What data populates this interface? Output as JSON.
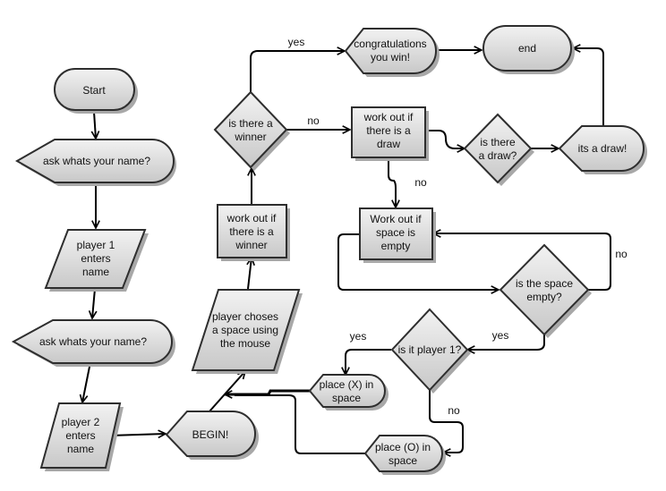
{
  "diagram": {
    "type": "flowchart",
    "colors": {
      "fill_top": "#f2f2f2",
      "fill_bottom": "#c8c8c8",
      "stroke": "#2e2e2e",
      "shadow": "#a8a8a8"
    },
    "nodes": {
      "start": {
        "shape": "terminator",
        "lines": [
          "Start"
        ]
      },
      "ask_name_1": {
        "shape": "display",
        "lines": [
          "ask whats your name?"
        ]
      },
      "p1_enters": {
        "shape": "input",
        "lines": [
          "player 1",
          "enters",
          "name"
        ]
      },
      "ask_name_2": {
        "shape": "display",
        "lines": [
          "ask whats your name?"
        ]
      },
      "p2_enters": {
        "shape": "input",
        "lines": [
          "player 2",
          "enters",
          "name"
        ]
      },
      "begin": {
        "shape": "display",
        "lines": [
          "BEGIN!"
        ]
      },
      "player_choses": {
        "shape": "input",
        "lines": [
          "player choses",
          "a space using",
          "the mouse"
        ]
      },
      "work_winner": {
        "shape": "process",
        "lines": [
          "work out if",
          "there is a",
          "winner"
        ]
      },
      "is_winner": {
        "shape": "decision",
        "lines": [
          "is there a",
          "winner"
        ]
      },
      "congrats": {
        "shape": "display",
        "lines": [
          "congratulations",
          "you win!"
        ]
      },
      "end": {
        "shape": "terminator",
        "lines": [
          "end"
        ]
      },
      "work_draw": {
        "shape": "process",
        "lines": [
          "work out if",
          "there is a",
          "draw"
        ]
      },
      "is_draw": {
        "shape": "decision",
        "lines": [
          "is there",
          "a draw?"
        ]
      },
      "its_draw": {
        "shape": "display",
        "lines": [
          "its a draw!"
        ]
      },
      "work_empty": {
        "shape": "process",
        "lines": [
          "Work out if",
          "space is",
          "empty"
        ]
      },
      "is_empty": {
        "shape": "decision",
        "lines": [
          "is the space",
          "empty?"
        ]
      },
      "is_p1": {
        "shape": "decision",
        "lines": [
          "is it player 1?"
        ]
      },
      "place_x": {
        "shape": "display",
        "lines": [
          "place (X) in",
          "space"
        ]
      },
      "place_o": {
        "shape": "display",
        "lines": [
          "place (O) in",
          "space"
        ]
      }
    },
    "edges": [
      {
        "from": "start",
        "to": "ask_name_1",
        "label": ""
      },
      {
        "from": "ask_name_1",
        "to": "p1_enters",
        "label": ""
      },
      {
        "from": "p1_enters",
        "to": "ask_name_2",
        "label": ""
      },
      {
        "from": "ask_name_2",
        "to": "p2_enters",
        "label": ""
      },
      {
        "from": "p2_enters",
        "to": "begin",
        "label": ""
      },
      {
        "from": "begin",
        "to": "player_choses",
        "label": ""
      },
      {
        "from": "player_choses",
        "to": "work_winner",
        "label": ""
      },
      {
        "from": "work_winner",
        "to": "is_winner",
        "label": ""
      },
      {
        "from": "is_winner",
        "to": "congrats",
        "label": "yes"
      },
      {
        "from": "is_winner",
        "to": "work_draw",
        "label": "no"
      },
      {
        "from": "congrats",
        "to": "end",
        "label": ""
      },
      {
        "from": "work_draw",
        "to": "is_draw",
        "label": ""
      },
      {
        "from": "is_draw",
        "to": "its_draw",
        "label": ""
      },
      {
        "from": "its_draw",
        "to": "end",
        "label": ""
      },
      {
        "from": "work_draw",
        "to": "work_empty",
        "label": "no"
      },
      {
        "from": "work_empty",
        "to": "is_empty",
        "label": ""
      },
      {
        "from": "is_empty",
        "to": "work_empty",
        "label": "no"
      },
      {
        "from": "is_empty",
        "to": "is_p1",
        "label": "yes"
      },
      {
        "from": "is_p1",
        "to": "place_x",
        "label": "yes"
      },
      {
        "from": "is_p1",
        "to": "place_o",
        "label": "no"
      },
      {
        "from": "place_x",
        "to": "player_choses",
        "label": ""
      },
      {
        "from": "place_o",
        "to": "player_choses",
        "label": ""
      }
    ]
  }
}
